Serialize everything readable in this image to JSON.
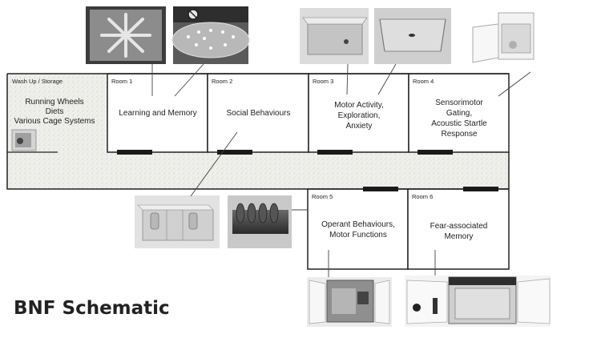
{
  "title": "BNF Schematic",
  "wash": {
    "label": "Wash Up / Storage",
    "desc": [
      "Running Wheels",
      "Diets",
      "Various Cage Systems"
    ]
  },
  "rooms": [
    {
      "label": "Room 1",
      "desc": [
        "Learning and Memory"
      ]
    },
    {
      "label": "Room 2",
      "desc": [
        "Social Behaviours"
      ]
    },
    {
      "label": "Room 3",
      "desc": [
        "Motor Activity,",
        "Exploration,",
        "Anxiety"
      ]
    },
    {
      "label": "Room 4",
      "desc": [
        "Sensorimotor",
        "Gating,",
        "Acoustic Startle",
        "Response"
      ]
    },
    {
      "label": "Room 5",
      "desc": [
        "Operant Behaviours,",
        "Motor Functions"
      ]
    },
    {
      "label": "Room 6",
      "desc": [
        "Fear-associated",
        "Memory"
      ]
    }
  ],
  "photos": [
    {
      "name": "radial-maze-photo"
    },
    {
      "name": "barnes-maze-photo"
    },
    {
      "name": "open-field-box-photo"
    },
    {
      "name": "open-field-platform-photo"
    },
    {
      "name": "startle-chamber-photo"
    },
    {
      "name": "social-arena-photo"
    },
    {
      "name": "social-cylinders-photo"
    },
    {
      "name": "operant-chamber-photo"
    },
    {
      "name": "fear-conditioning-photo"
    },
    {
      "name": "cage-photo"
    }
  ],
  "colors": {
    "wall": "#222222",
    "floor": "#eeeeea",
    "door": "#1a1a1a"
  }
}
